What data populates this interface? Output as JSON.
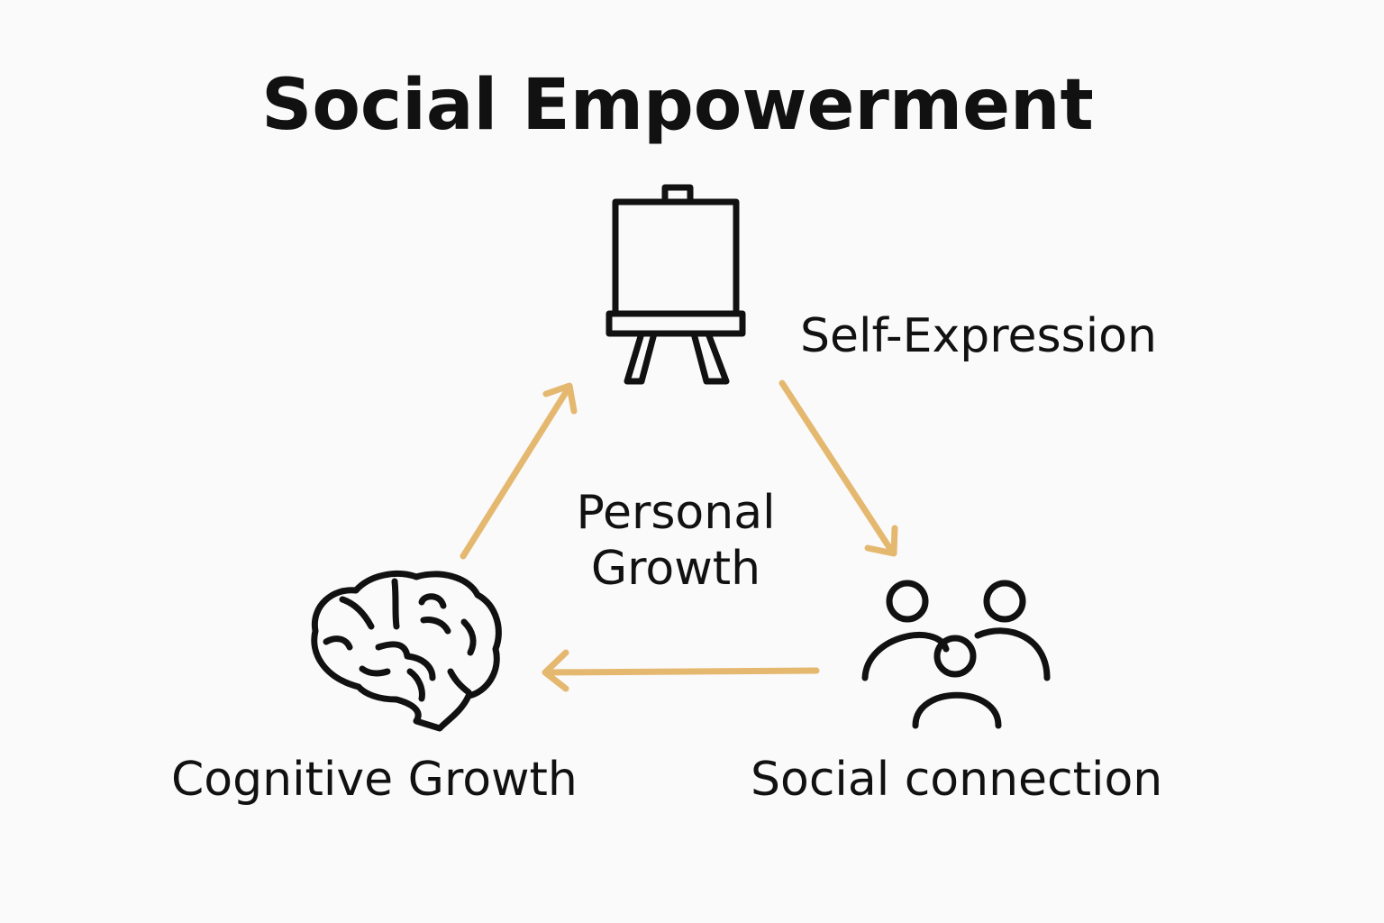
{
  "title": "Social Empowerment",
  "center_label_line1": "Personal",
  "center_label_line2": "Growth",
  "nodes": {
    "self_expression": {
      "label": "Self-Expression",
      "icon": "easel-icon"
    },
    "social_connection": {
      "label": "Social connection",
      "icon": "people-group-icon"
    },
    "cognitive_growth": {
      "label": "Cognitive Growth",
      "icon": "brain-icon"
    }
  },
  "colors": {
    "arrow": "#e5b870",
    "icon": "#111111",
    "background": "#fafafa"
  }
}
